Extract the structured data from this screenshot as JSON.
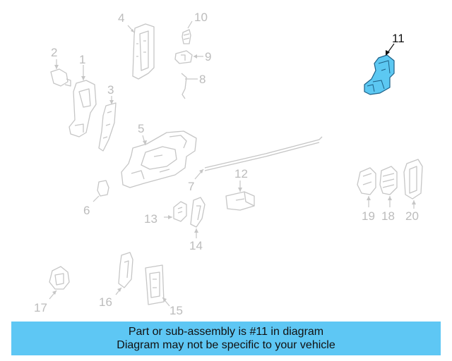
{
  "diagram": {
    "callouts": {
      "c1": "1",
      "c2": "2",
      "c3": "3",
      "c4": "4",
      "c5": "5",
      "c6": "6",
      "c7": "7",
      "c8": "8",
      "c9": "9",
      "c10": "10",
      "c11": "11",
      "c12": "12",
      "c13": "13",
      "c14": "14",
      "c15": "15",
      "c16": "16",
      "c17": "17",
      "c18": "18",
      "c19": "19",
      "c20": "20"
    },
    "highlighted_part": "11",
    "colors": {
      "highlight_fill": "#5cc8f2",
      "banner": "#5ec7f4",
      "inactive": "#bcbcbc"
    }
  },
  "banner": {
    "line1": "Part or sub-assembly is #11 in diagram",
    "line2": "Diagram may not be specific to your vehicle"
  }
}
